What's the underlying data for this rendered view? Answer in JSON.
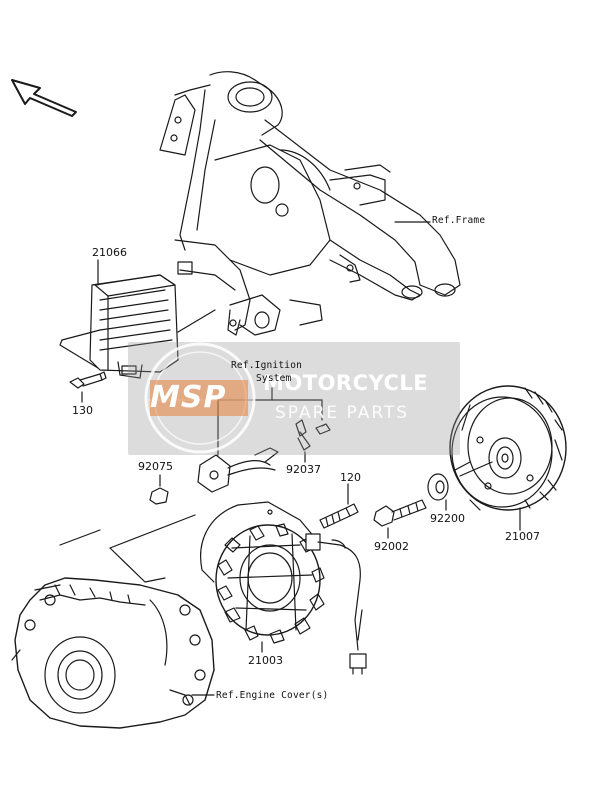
{
  "labels": {
    "ref_frame": "Ref.Frame",
    "ref_ignition_line1": "Ref.Ignition",
    "ref_ignition_line2": "System",
    "ref_engine_cover": "Ref.Engine Cover(s)"
  },
  "parts": {
    "p21066": "21066",
    "p130": "130",
    "p92075": "92075",
    "p92037": "92037",
    "p120": "120",
    "p92002": "92002",
    "p92200": "92200",
    "p21007": "21007",
    "p21003": "21003"
  },
  "watermark": {
    "logo": "MSP",
    "title": "MOTORCYCLE",
    "subtitle": "SPARE PARTS"
  },
  "colors": {
    "line": "#1a1a1a",
    "watermark_bg": "#969696",
    "watermark_logo": "#e8823a"
  }
}
